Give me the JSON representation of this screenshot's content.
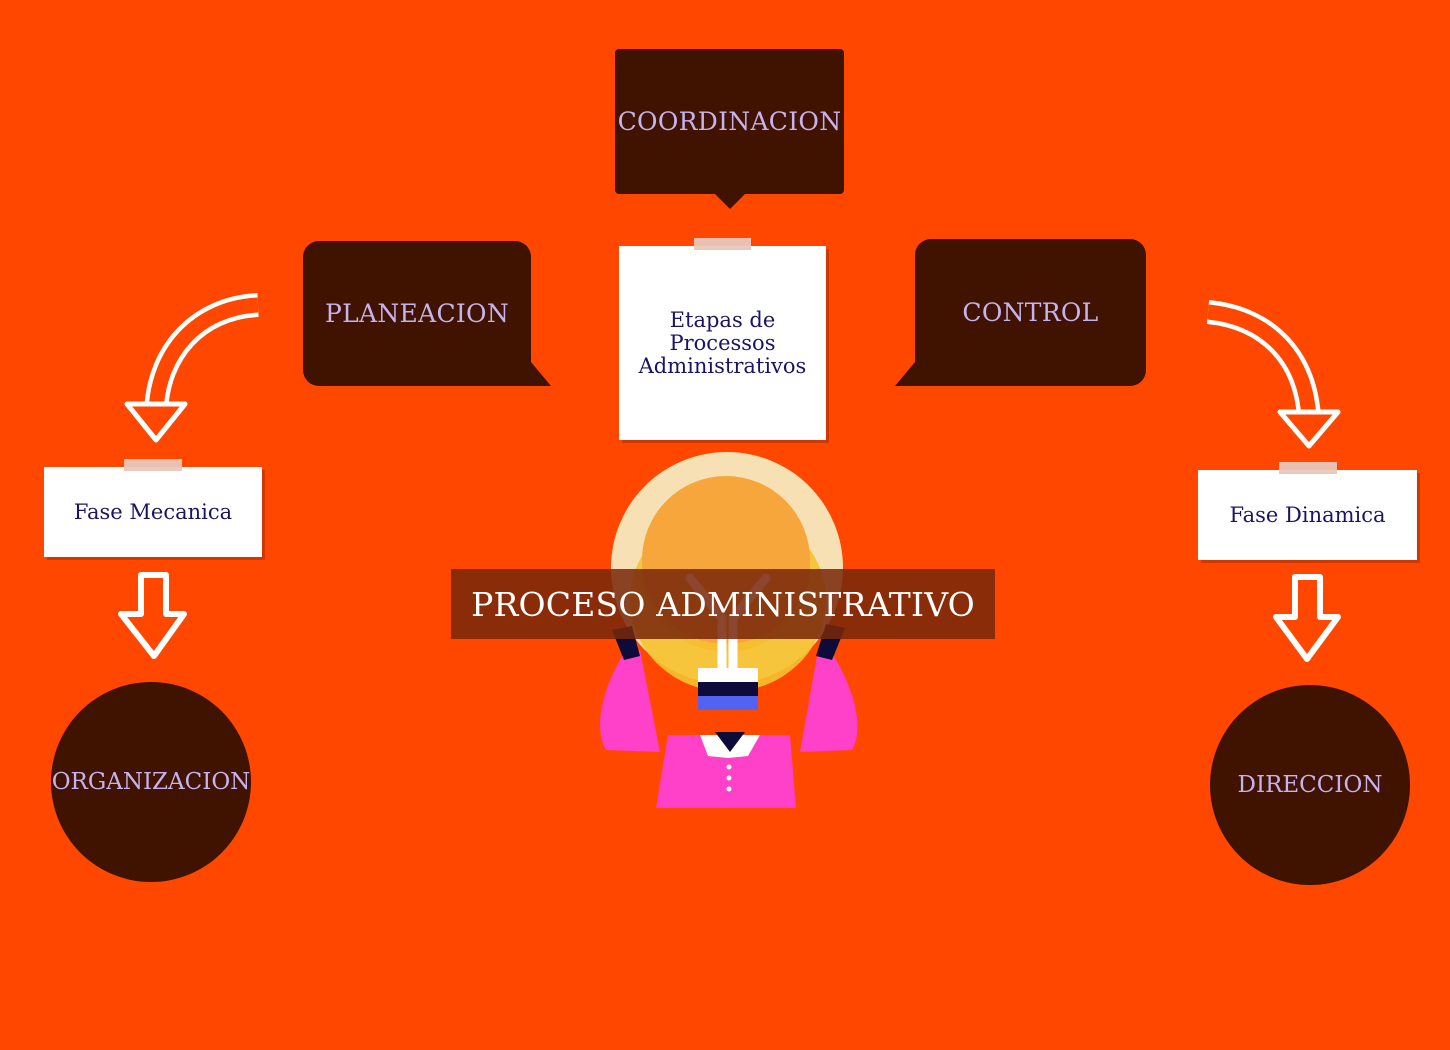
{
  "diagram": {
    "central_note": "Etapas de Processos Administrativos",
    "banner_title": "PROCESO ADMINISTRATIVO",
    "bubbles": {
      "top": "COORDINACION",
      "left": "PLANEACION",
      "right": "CONTROL"
    },
    "phases": {
      "left": "Fase Mecanica",
      "right": "Fase Dinamica"
    },
    "circles": {
      "left": "ORGANIZACION",
      "right": "DIRECCION"
    }
  },
  "colors": {
    "background": "#FF4700",
    "bubble_fill": "#3F1300",
    "bubble_text": "#C8B2EE",
    "note_text": "#1B1464",
    "banner_fill": "#782810",
    "arrow": "#FFFFFF"
  }
}
